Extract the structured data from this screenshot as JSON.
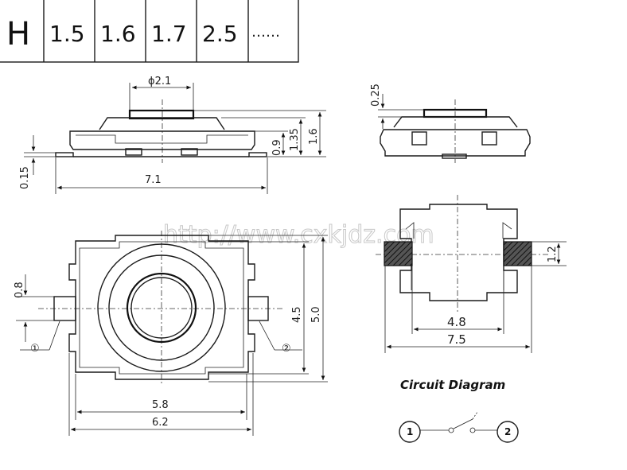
{
  "height_table": {
    "label": "H",
    "values": [
      "1.5",
      "1.6",
      "1.7",
      "2.5",
      "……"
    ]
  },
  "watermark": "http://www.cxkjdz.com",
  "side_view": {
    "dims": {
      "stem_diameter": "ϕ2.1",
      "height": "1.6",
      "height2": "1.35",
      "height3": "0.9",
      "lead_thickness": "0.15",
      "width": "7.1"
    }
  },
  "end_view": {
    "dims": {
      "stem_height": "0.25"
    }
  },
  "top_view": {
    "pin_labels": [
      "①",
      "②"
    ],
    "dims": {
      "lead_width": "0.8",
      "inner_height": "4.5",
      "outer_height": "5.0",
      "inner_width": "5.8",
      "outer_width": "6.2"
    }
  },
  "pad_view": {
    "dims": {
      "pad_width": "1.2",
      "pad_spacing": "4.8",
      "overall_width": "7.5"
    }
  },
  "circuit": {
    "title": "Circuit Diagram",
    "nodes": [
      "1",
      "2"
    ]
  }
}
